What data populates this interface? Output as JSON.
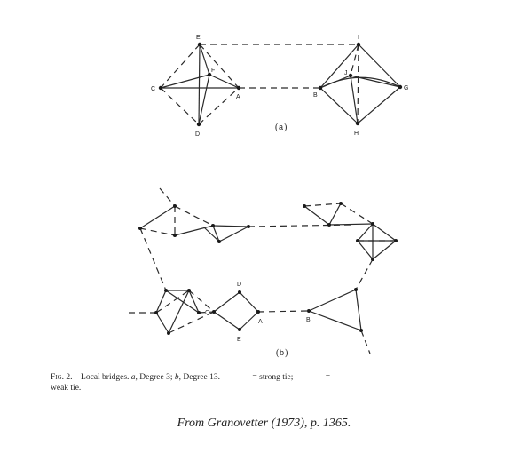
{
  "panel_a": {
    "panel_label": "a",
    "nodes": {
      "E": "E",
      "F": "F",
      "C": "C",
      "A": "A",
      "D": "D",
      "I": "I",
      "J": "J",
      "B": "B",
      "G": "G",
      "H": "H"
    }
  },
  "panel_b": {
    "panel_label": "b",
    "nodes": {
      "D": "D",
      "C": "C",
      "A": "A",
      "E": "E",
      "B": "B"
    }
  },
  "caption": {
    "fig_label": "Fig. 2.",
    "text_part1": "—Local bridges. ",
    "a_letter": "a",
    "text_part2": ", Degree 3; ",
    "b_letter": "b",
    "text_part3": ", Degree 13. ",
    "strong_legend": "= strong tie;",
    "weak_legend": "=",
    "weak_tie_text": "weak tie."
  },
  "source": "From Granovetter (1973), p. 1365.",
  "colors": {
    "ink": "#2a2a2a",
    "background": "#ffffff"
  }
}
